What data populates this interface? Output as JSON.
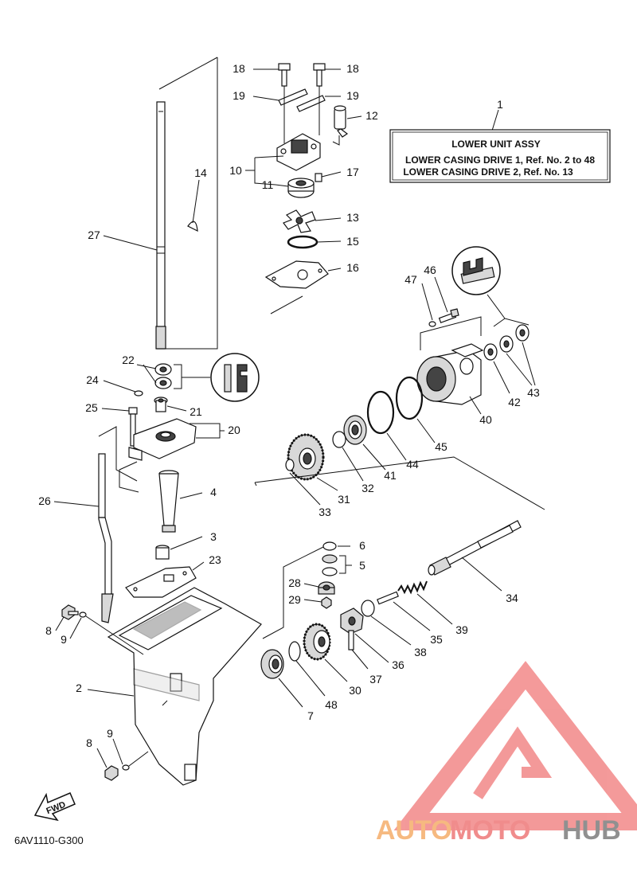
{
  "assy_box": {
    "ref": "1",
    "title": "LOWER  UNIT ASSY",
    "row1": "LOWER CASING DRIVE 1,  Ref. No. 2 to 48",
    "row2": "LOWER CASING DRIVE 2,  Ref. No. 13"
  },
  "labels": {
    "n2": "2",
    "n3": "3",
    "n4": "4",
    "n5": "5",
    "n6": "6",
    "n7": "7",
    "n8a": "8",
    "n8b": "8",
    "n9a": "9",
    "n9b": "9",
    "n10": "10",
    "n11": "11",
    "n12": "12",
    "n13": "13",
    "n14": "14",
    "n15": "15",
    "n16": "16",
    "n17": "17",
    "n18a": "18",
    "n18b": "18",
    "n19a": "19",
    "n19b": "19",
    "n20": "20",
    "n21": "21",
    "n22": "22",
    "n23": "23",
    "n24": "24",
    "n25": "25",
    "n26": "26",
    "n27": "27",
    "n28": "28",
    "n29": "29",
    "n30": "30",
    "n31": "31",
    "n32": "32",
    "n33": "33",
    "n34": "34",
    "n35": "35",
    "n36": "36",
    "n37": "37",
    "n38": "38",
    "n39": "39",
    "n40": "40",
    "n41": "41",
    "n42": "42",
    "n43": "43",
    "n44": "44",
    "n45": "45",
    "n46": "46",
    "n47": "47",
    "n48": "48"
  },
  "fwd_label": "FWD",
  "diagram_code": "6AV1110-G300",
  "watermark": {
    "part1": "AUTO",
    "part2": "MOTO",
    "part3": "HUB",
    "color1": "#f6b980",
    "color2": "#f08c8c",
    "color3": "#909090",
    "triangle_color": "#f07878"
  }
}
